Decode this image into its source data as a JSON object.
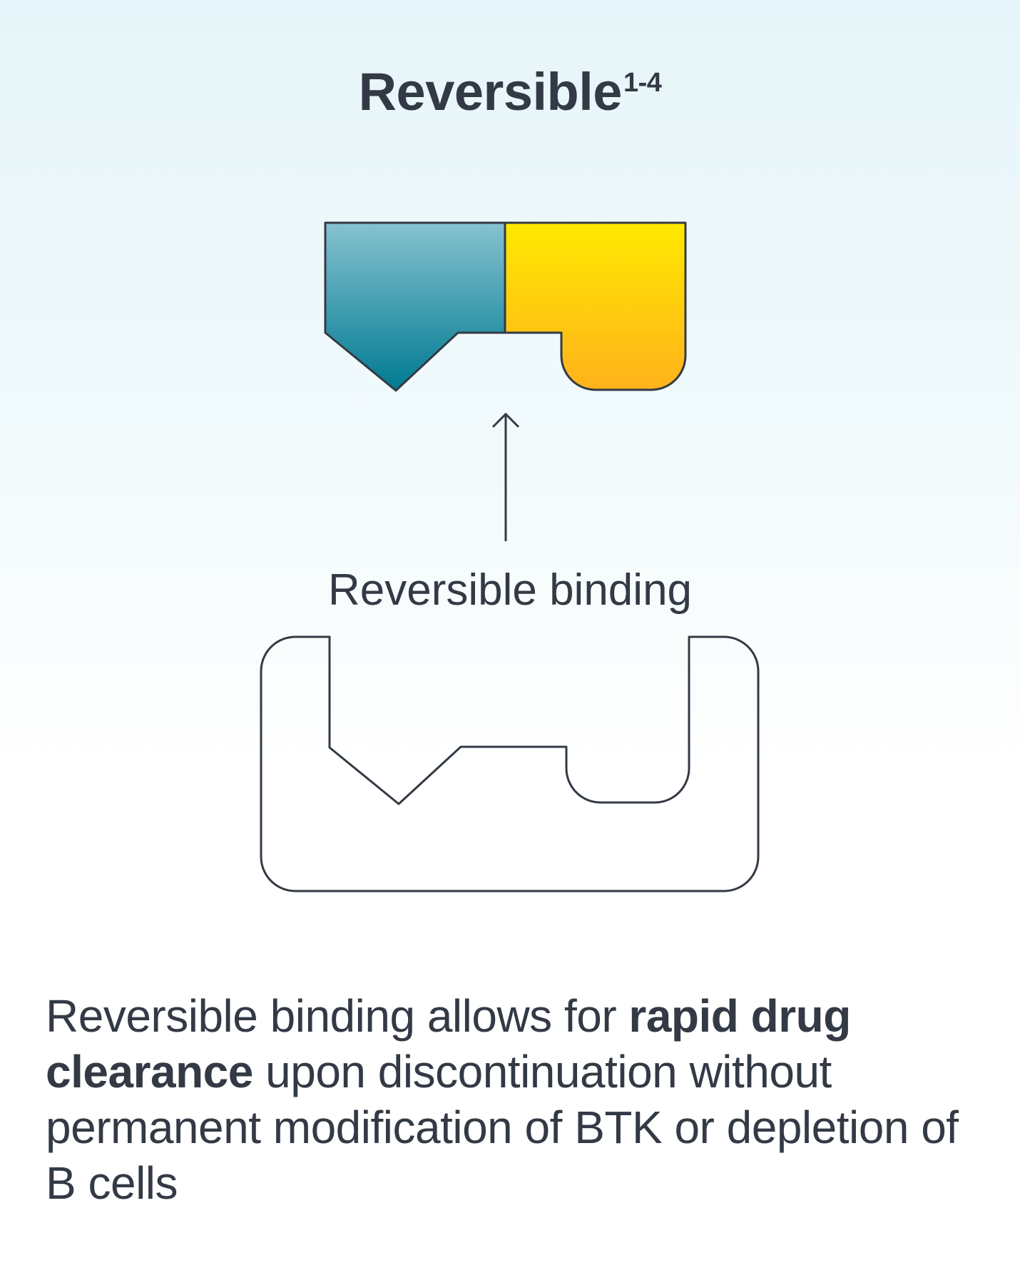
{
  "title": {
    "main": "Reversible",
    "superscript": "1-4"
  },
  "diagram": {
    "arrow_label": "Reversible binding",
    "colors": {
      "teal_top": "#86c2d0",
      "teal_bottom": "#007a91",
      "yellow_top": "#ffe900",
      "yellow_bottom": "#ffb21c",
      "outline": "#333a45"
    }
  },
  "description": {
    "part1": "Reversible binding allows for ",
    "bold1": "rapid drug",
    "bold2": "clearance",
    "part2": " upon discontinuation without permanent modification of BTK or depletion of B cells"
  }
}
